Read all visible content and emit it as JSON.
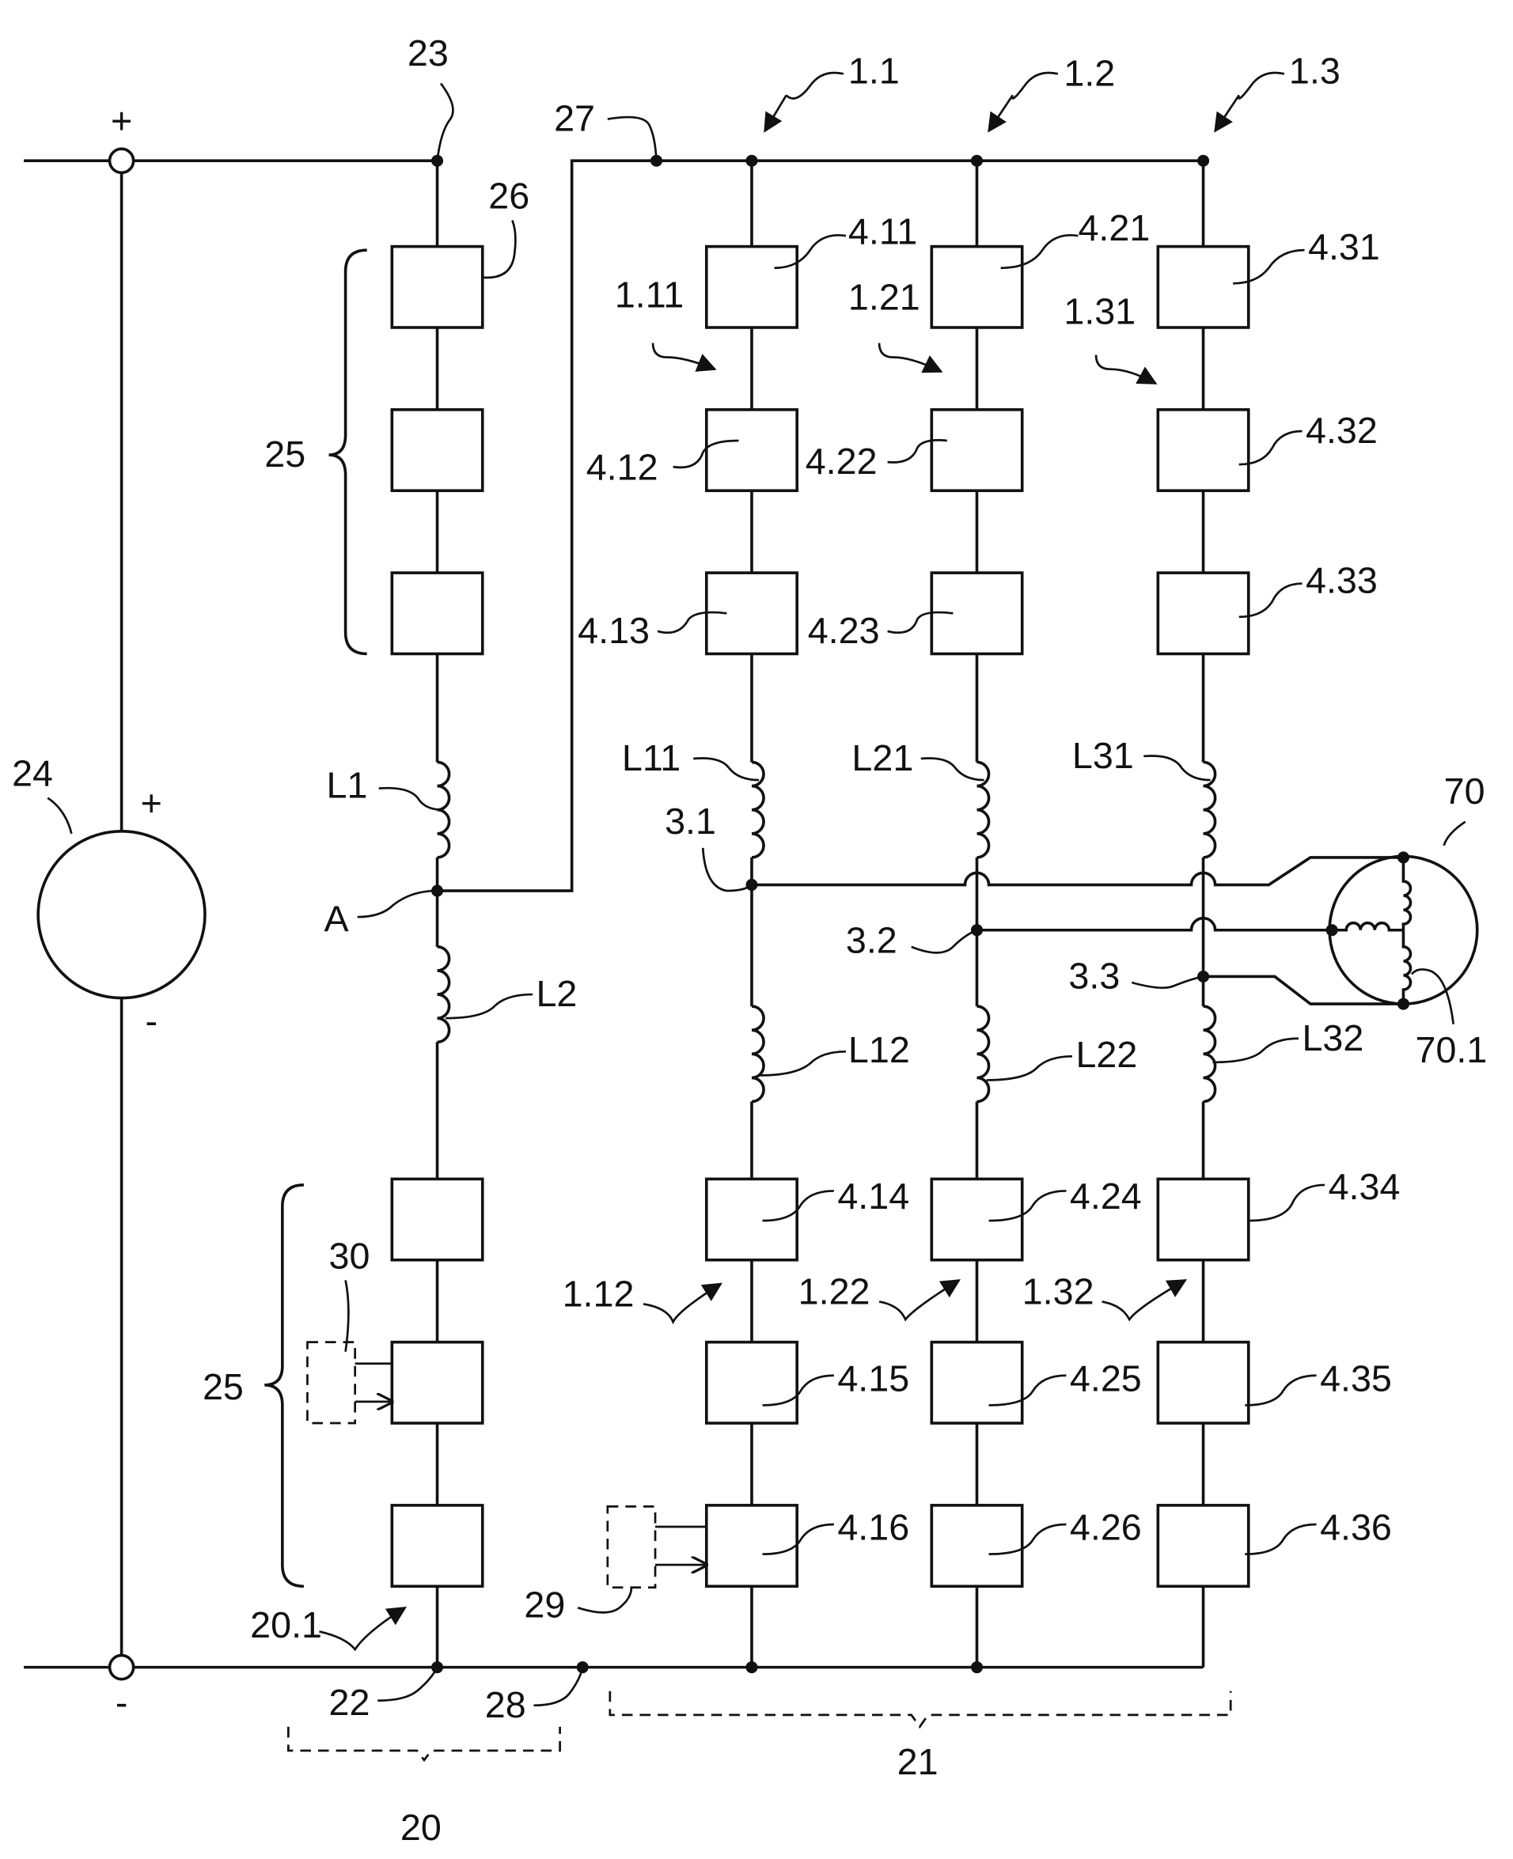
{
  "title": "Converter circuit with modules, inductors and three-phase motor",
  "labels": {
    "l23": "23",
    "l26": "26",
    "l25a": "25",
    "l27": "27",
    "l1_1": "1.1",
    "l1_2": "1.2",
    "l1_3": "1.3",
    "l4_11": "4.11",
    "l4_21": "4.21",
    "l4_31": "4.31",
    "l1_11": "1.11",
    "l1_21": "1.21",
    "l1_31": "1.31",
    "l4_12": "4.12",
    "l4_22": "4.22",
    "l4_32": "4.32",
    "l4_13": "4.13",
    "l4_23": "4.23",
    "l4_33": "4.33",
    "lL1": "L1",
    "lL11": "L11",
    "lL21": "L21",
    "lL31": "L31",
    "l24": "24",
    "l3_1": "3.1",
    "l70": "70",
    "lA": "A",
    "l3_2": "3.2",
    "l3_3": "3.3",
    "lL2": "L2",
    "lL12": "L12",
    "lL22": "L22",
    "lL32": "L32",
    "l70_1": "70.1",
    "l4_14": "4.14",
    "l4_24": "4.24",
    "l4_34": "4.34",
    "l30": "30",
    "l1_12": "1.12",
    "l1_22": "1.22",
    "l1_32": "1.32",
    "l25b": "25",
    "l4_15": "4.15",
    "l4_25": "4.25",
    "l4_35": "4.35",
    "l4_16": "4.16",
    "l4_26": "4.26",
    "l4_36": "4.36",
    "l29": "29",
    "l20_1": "20.1",
    "l22": "22",
    "l28": "28",
    "l21": "21",
    "l20": "20",
    "plus_top": "+",
    "minus_bottom": "-",
    "plus_source": "+",
    "minus_source": "-"
  }
}
